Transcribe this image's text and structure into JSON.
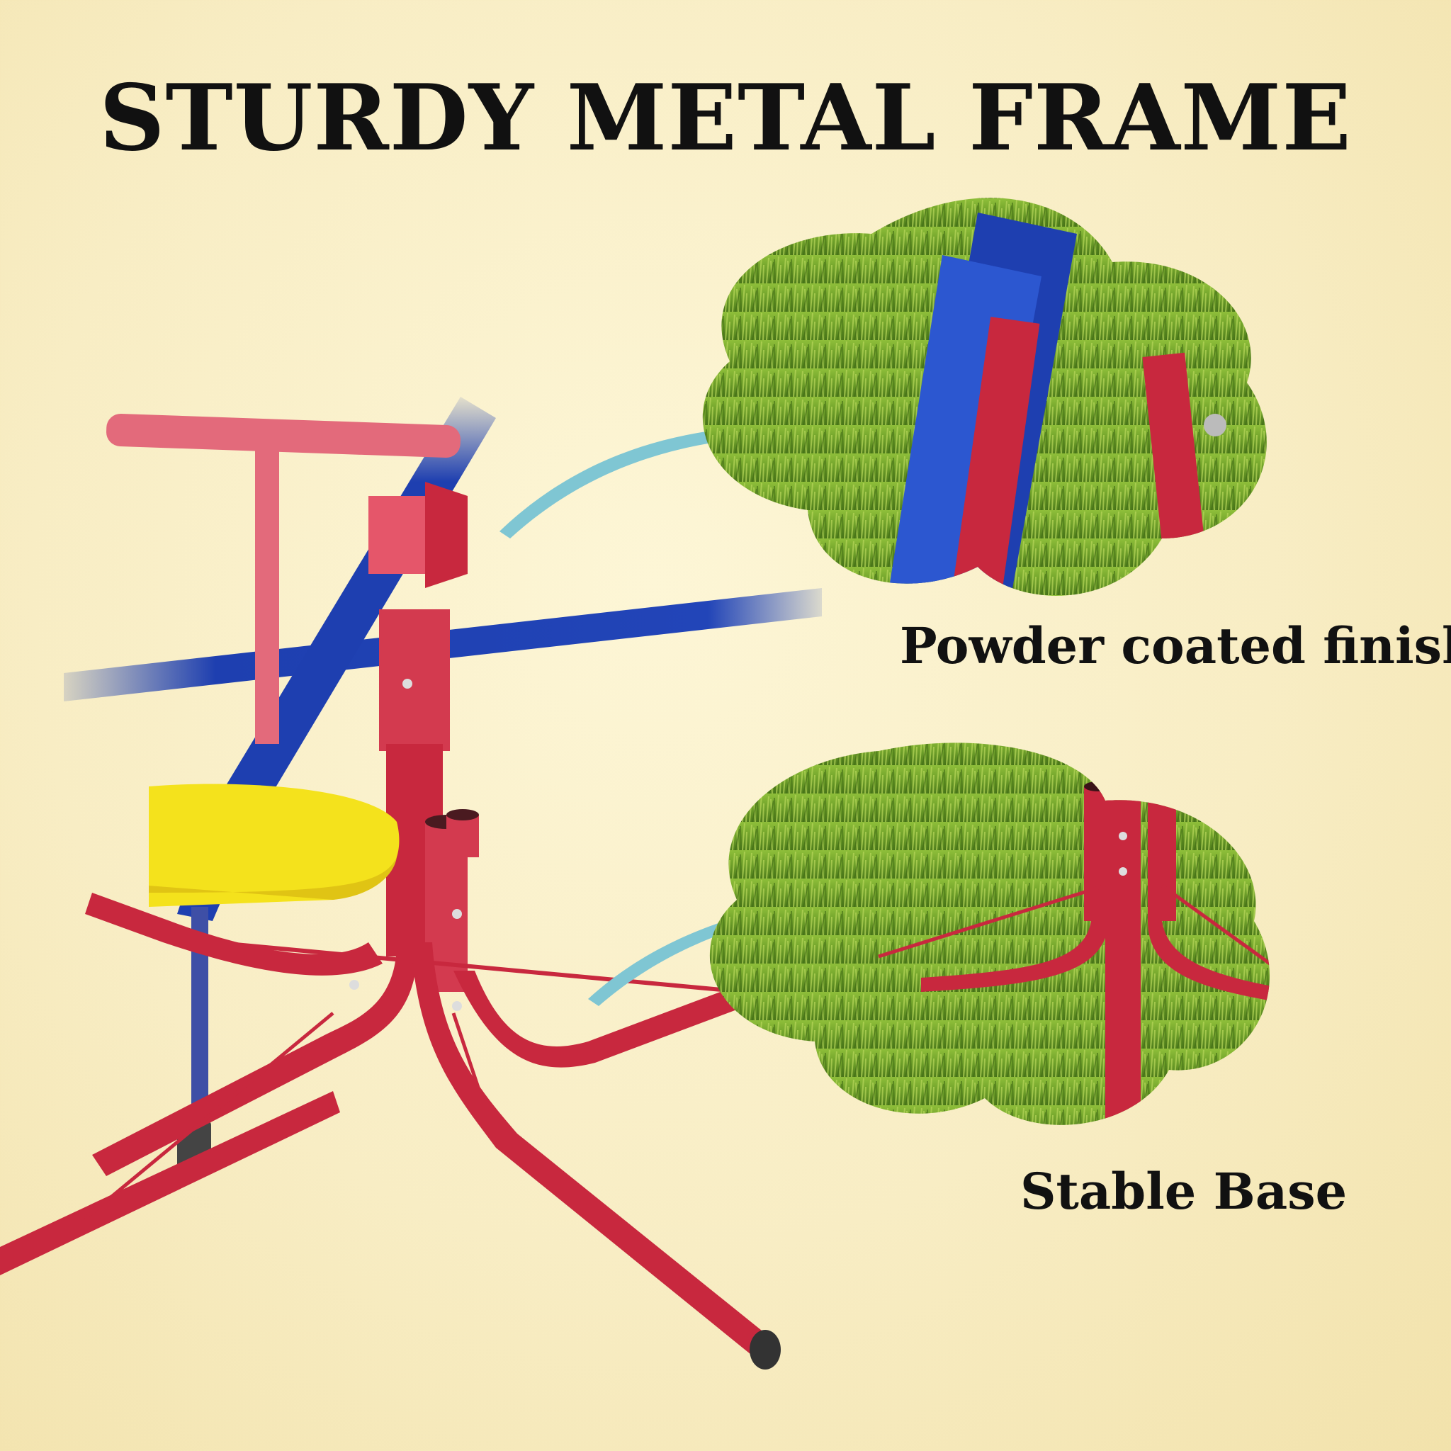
{
  "headline": "STURDY METAL FRAME",
  "callouts": [
    {
      "label": "Powder coated finish",
      "icon": "tube-bracket-closeup"
    },
    {
      "label": "Stable Base",
      "icon": "base-legs-closeup"
    }
  ],
  "colors": {
    "frame_red": "#c8283e",
    "tube_blue": "#1e3fb0",
    "seat_yellow": "#f4e21c",
    "arrow_teal": "#7fc6d3",
    "grass_green": "#6fa02a"
  }
}
